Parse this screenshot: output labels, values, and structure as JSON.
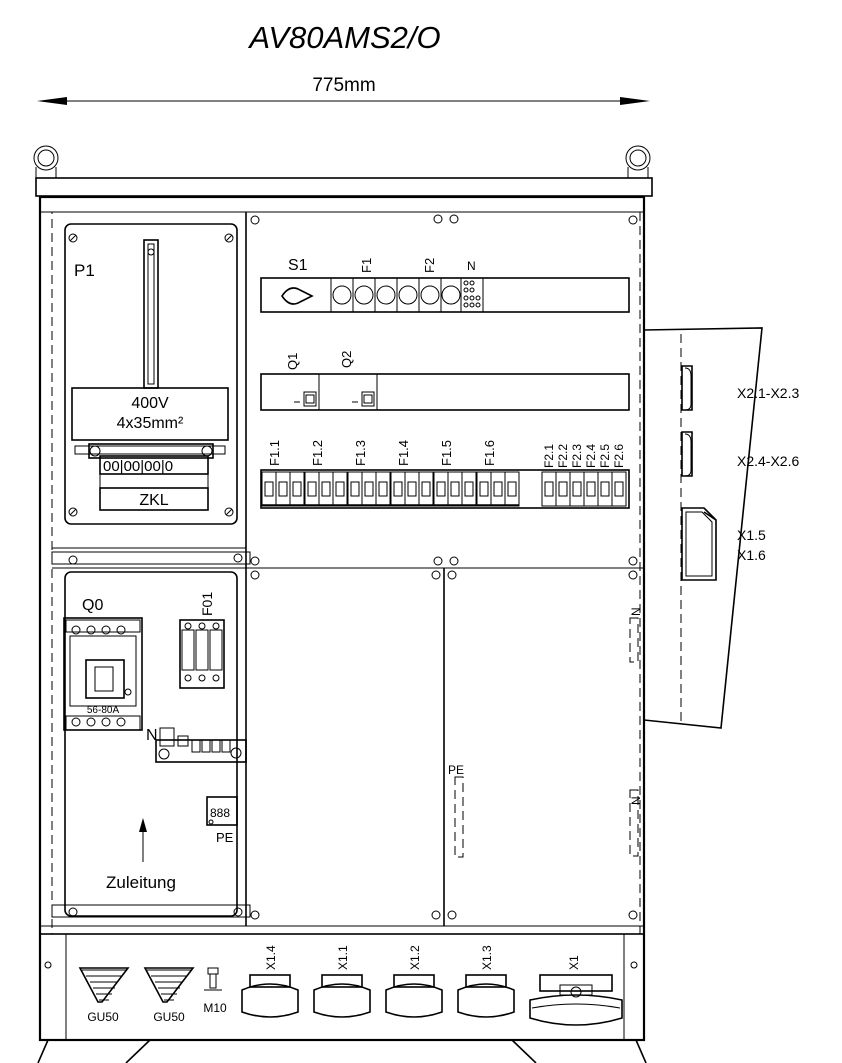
{
  "title": "AV80AMS2/O",
  "width_dimension": "775mm",
  "meter_panel": {
    "label": "P1",
    "voltage": "400V",
    "cable": "4x35mm²",
    "terminal_label": "ZKL"
  },
  "switch_row": {
    "main_switch": "S1",
    "fuse_1": "F1",
    "fuse_2": "F2",
    "neutral": "N"
  },
  "rcd_row": [
    "Q1",
    "Q2"
  ],
  "breakers": [
    "F1.1",
    "F1.2",
    "F1.3",
    "F1.4",
    "F1.5",
    "F1.6"
  ],
  "breakers_2": [
    "F2.1",
    "F2.2",
    "F2.3",
    "F2.4",
    "F2.5",
    "F2.6"
  ],
  "socket_labels": [
    "X2.1-X2.3",
    "X2.4-X2.6",
    "X1.5",
    "X1.6"
  ],
  "lower_left": {
    "main_breaker": "Q0",
    "breaker_rating": "56-80A",
    "surge_protector": "F01",
    "neutral_bar": "N",
    "pe_bar": "PE",
    "feed_label": "Zuleitung"
  },
  "rail_labels": {
    "pe": "PE",
    "n_upper": "N",
    "n_lower": "N"
  },
  "bottom_sockets": [
    "X1.4",
    "X1.1",
    "X1.2",
    "X1.3",
    "X1"
  ],
  "cable_glands": [
    "GU50",
    "GU50"
  ],
  "ground_bolt": "M10"
}
